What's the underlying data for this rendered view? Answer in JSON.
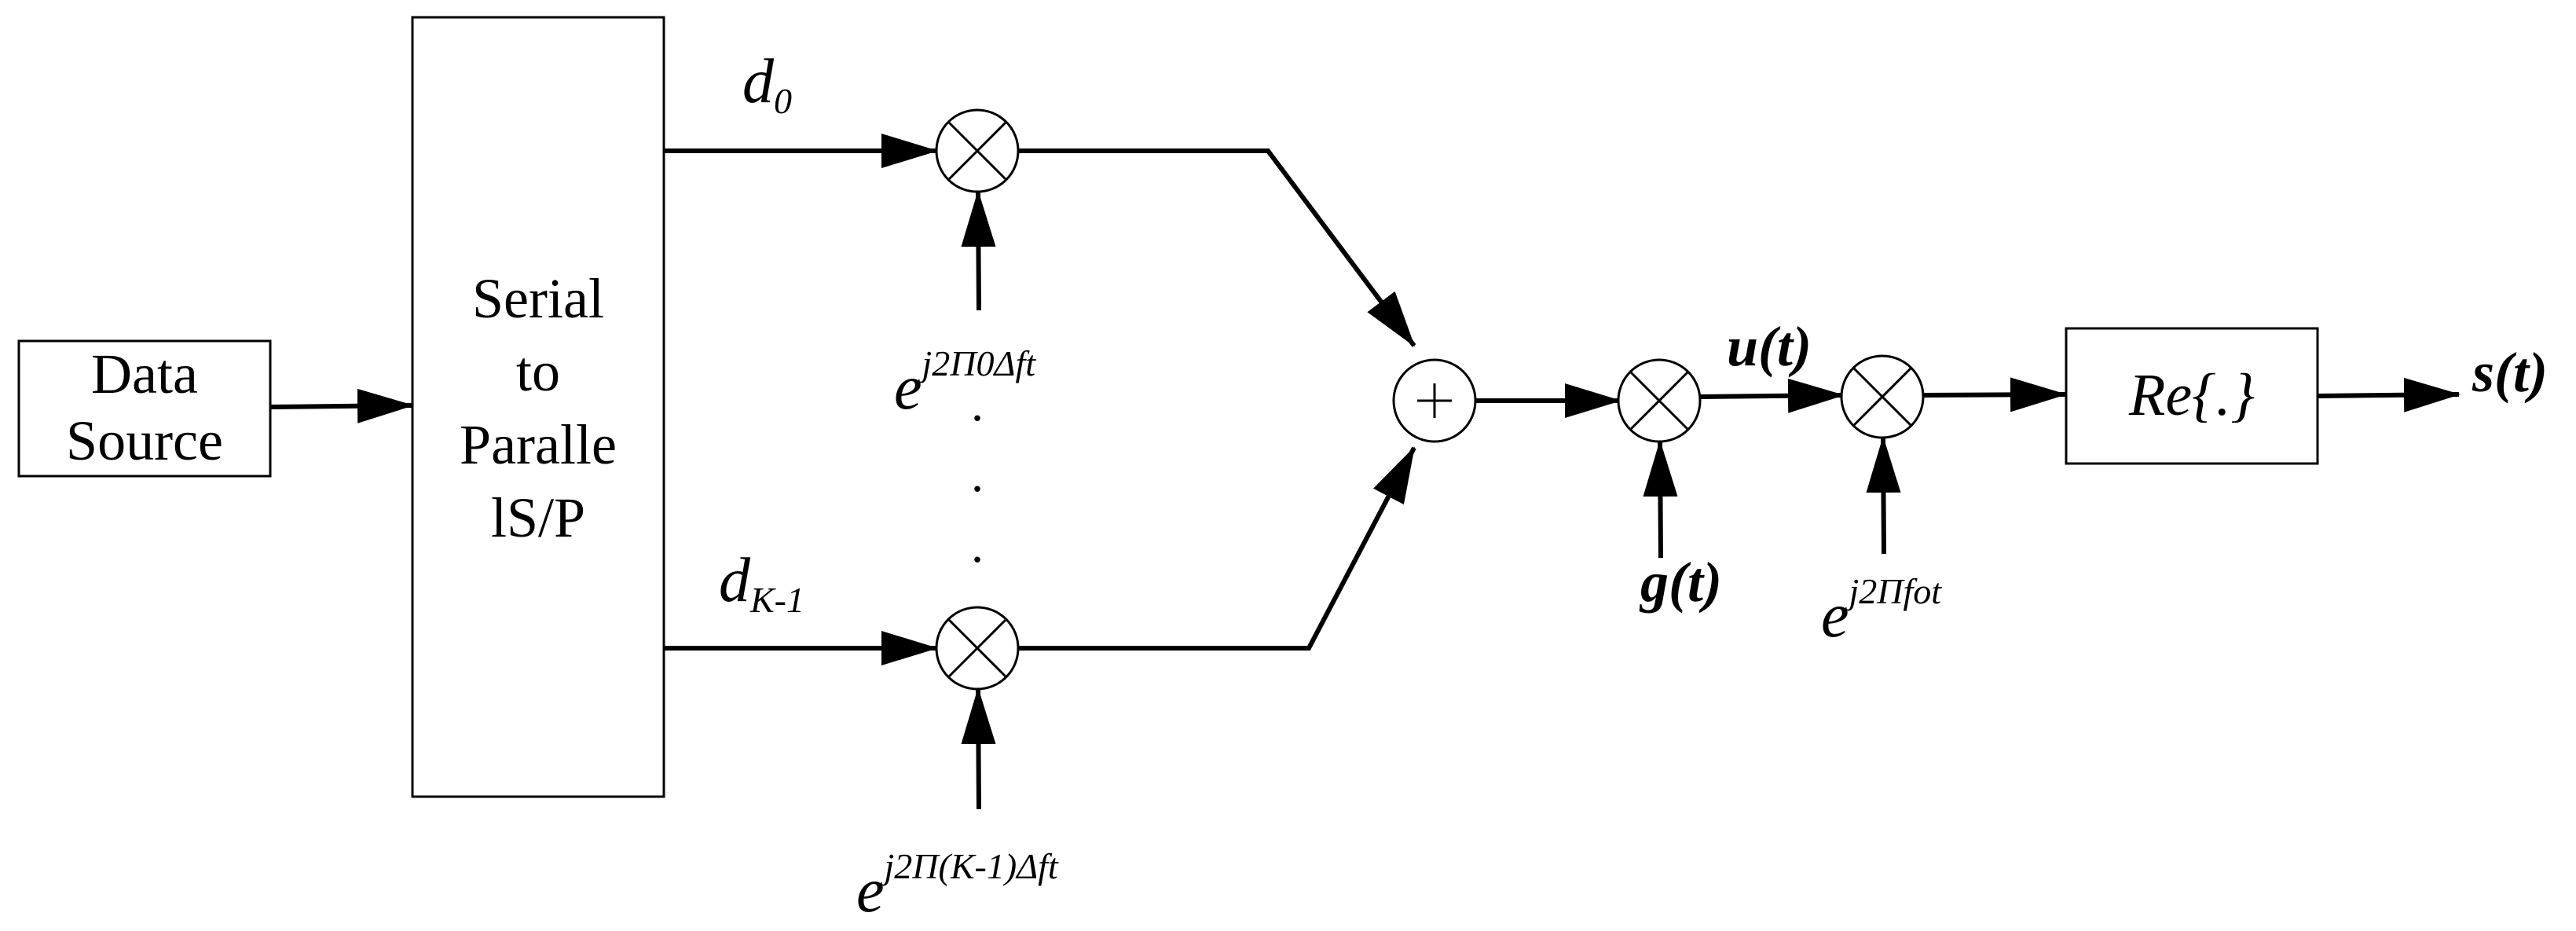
{
  "blocks": {
    "data_source": [
      "Data",
      "Source"
    ],
    "serial_parallel": [
      "Serial",
      "to",
      "Paralle",
      "lS/P"
    ],
    "real_part": "Re{.}"
  },
  "signals": {
    "d0": {
      "base": "d",
      "sub": "0"
    },
    "dk": {
      "base": "d",
      "sub": "K-1"
    },
    "u": "u(t)",
    "g": "g(t)",
    "s": "s(t)"
  },
  "exponents": {
    "e0": {
      "base": "e",
      "sup": "j2Π0Δft"
    },
    "ek": {
      "base": "e",
      "sup": "j2Π(K-1)Δft"
    },
    "ef": {
      "base": "e",
      "sup": "j2Πfot"
    }
  },
  "ellipsis": ".",
  "symbols": {
    "multiplier": "times-circle",
    "adder": "plus-circle"
  }
}
